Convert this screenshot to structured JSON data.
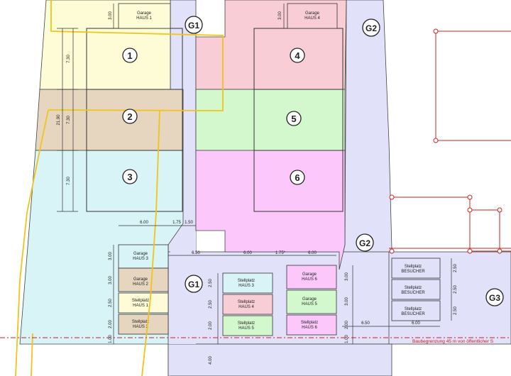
{
  "colors": {
    "yellow_lot": "#fdfcd6",
    "brown_lot": "#e6d5bf",
    "cyan_lot": "#d8f4f6",
    "pink_lot": "#f9cdd6",
    "green_lot": "#d3f8cd",
    "magenta_lot": "#fcc8fb",
    "common_area": "#e1e1fa",
    "boundary_yellow": "#f0c419",
    "red_line": "#cc2222",
    "dim_line": "#333333"
  },
  "houses": [
    {
      "num": "1"
    },
    {
      "num": "2"
    },
    {
      "num": "3"
    },
    {
      "num": "4"
    },
    {
      "num": "5"
    },
    {
      "num": "6"
    }
  ],
  "areas": {
    "g1_top": "G1",
    "g2_top": "G2",
    "g2_mid": "G2",
    "g1_bottom": "G1",
    "g3": "G3"
  },
  "units": {
    "garage_h1": {
      "line1": "Garage",
      "line2": "HAUS 1"
    },
    "garage_h4": {
      "line1": "Garage",
      "line2": "HAUS 4"
    },
    "garage_h3": {
      "line1": "Garage",
      "line2": "HAUS 3"
    },
    "garage_h2": {
      "line1": "Garage",
      "line2": "HAUS 2"
    },
    "stell_h1": {
      "line1": "Stellplatz",
      "line2": "HAUS 1"
    },
    "stell_h2": {
      "line1": "Stellplatz",
      "line2": "HAUS 2"
    },
    "stell_h3": {
      "line1": "Stellplatz",
      "line2": "HAUS 3"
    },
    "stell_h4": {
      "line1": "Stellplatz",
      "line2": "HAUS 4"
    },
    "stell_h5": {
      "line1": "Stellplatz",
      "line2": "HAUS 5"
    },
    "garage_h6": {
      "line1": "Garage",
      "line2": "HAUS 6"
    },
    "garage_h5": {
      "line1": "Garage",
      "line2": "HAUS 5"
    },
    "stell_h6": {
      "line1": "Stellplatz",
      "line2": "HAUS 6"
    },
    "besucher_1": {
      "line1": "Stellplatz",
      "line2": "BESUCHER"
    },
    "besucher_2": {
      "line1": "Stellplatz",
      "line2": "BESUCHER"
    },
    "besucher_3": {
      "line1": "Stellplatz",
      "line2": "BESUCHER"
    }
  },
  "dimensions": {
    "d_730_a": "7.30",
    "d_730_b": "7.30",
    "d_730_c": "7.30",
    "d_2190": "21.90",
    "d_300_top_left": "3.00",
    "d_300_top_right": "3.00",
    "d_600_left": "6.00",
    "d_175_left": "1.75",
    "d_150": "1.50",
    "d_650_mid": "6.50",
    "d_600_mid": "6.00",
    "d_175_mid": "1.75*",
    "d_600_right": "6.00",
    "d_300_g_h3": "3.00",
    "d_300_g_h2": "3.00",
    "d_250_s_h1": "2.50",
    "d_200_s_h2": "2.00",
    "d_100_left": "1.00",
    "d_250_s_h3": "2.50",
    "d_250_s_h4": "2.50",
    "d_200_s_h5": "2.00",
    "d_300_g_h6": "3.00",
    "d_300_g_h5": "3.00",
    "d_200_s_h6": "2.00",
    "d_100_right": "1.00",
    "d_650_right": "6.50",
    "d_600_besucher": "6.00",
    "d_250_b1": "2.50",
    "d_250_b2": "2.50",
    "d_250_b3": "2.50",
    "d_400": "4.00"
  },
  "baugrenze": "Baubegrenzung 45 m von öffentlicher S"
}
